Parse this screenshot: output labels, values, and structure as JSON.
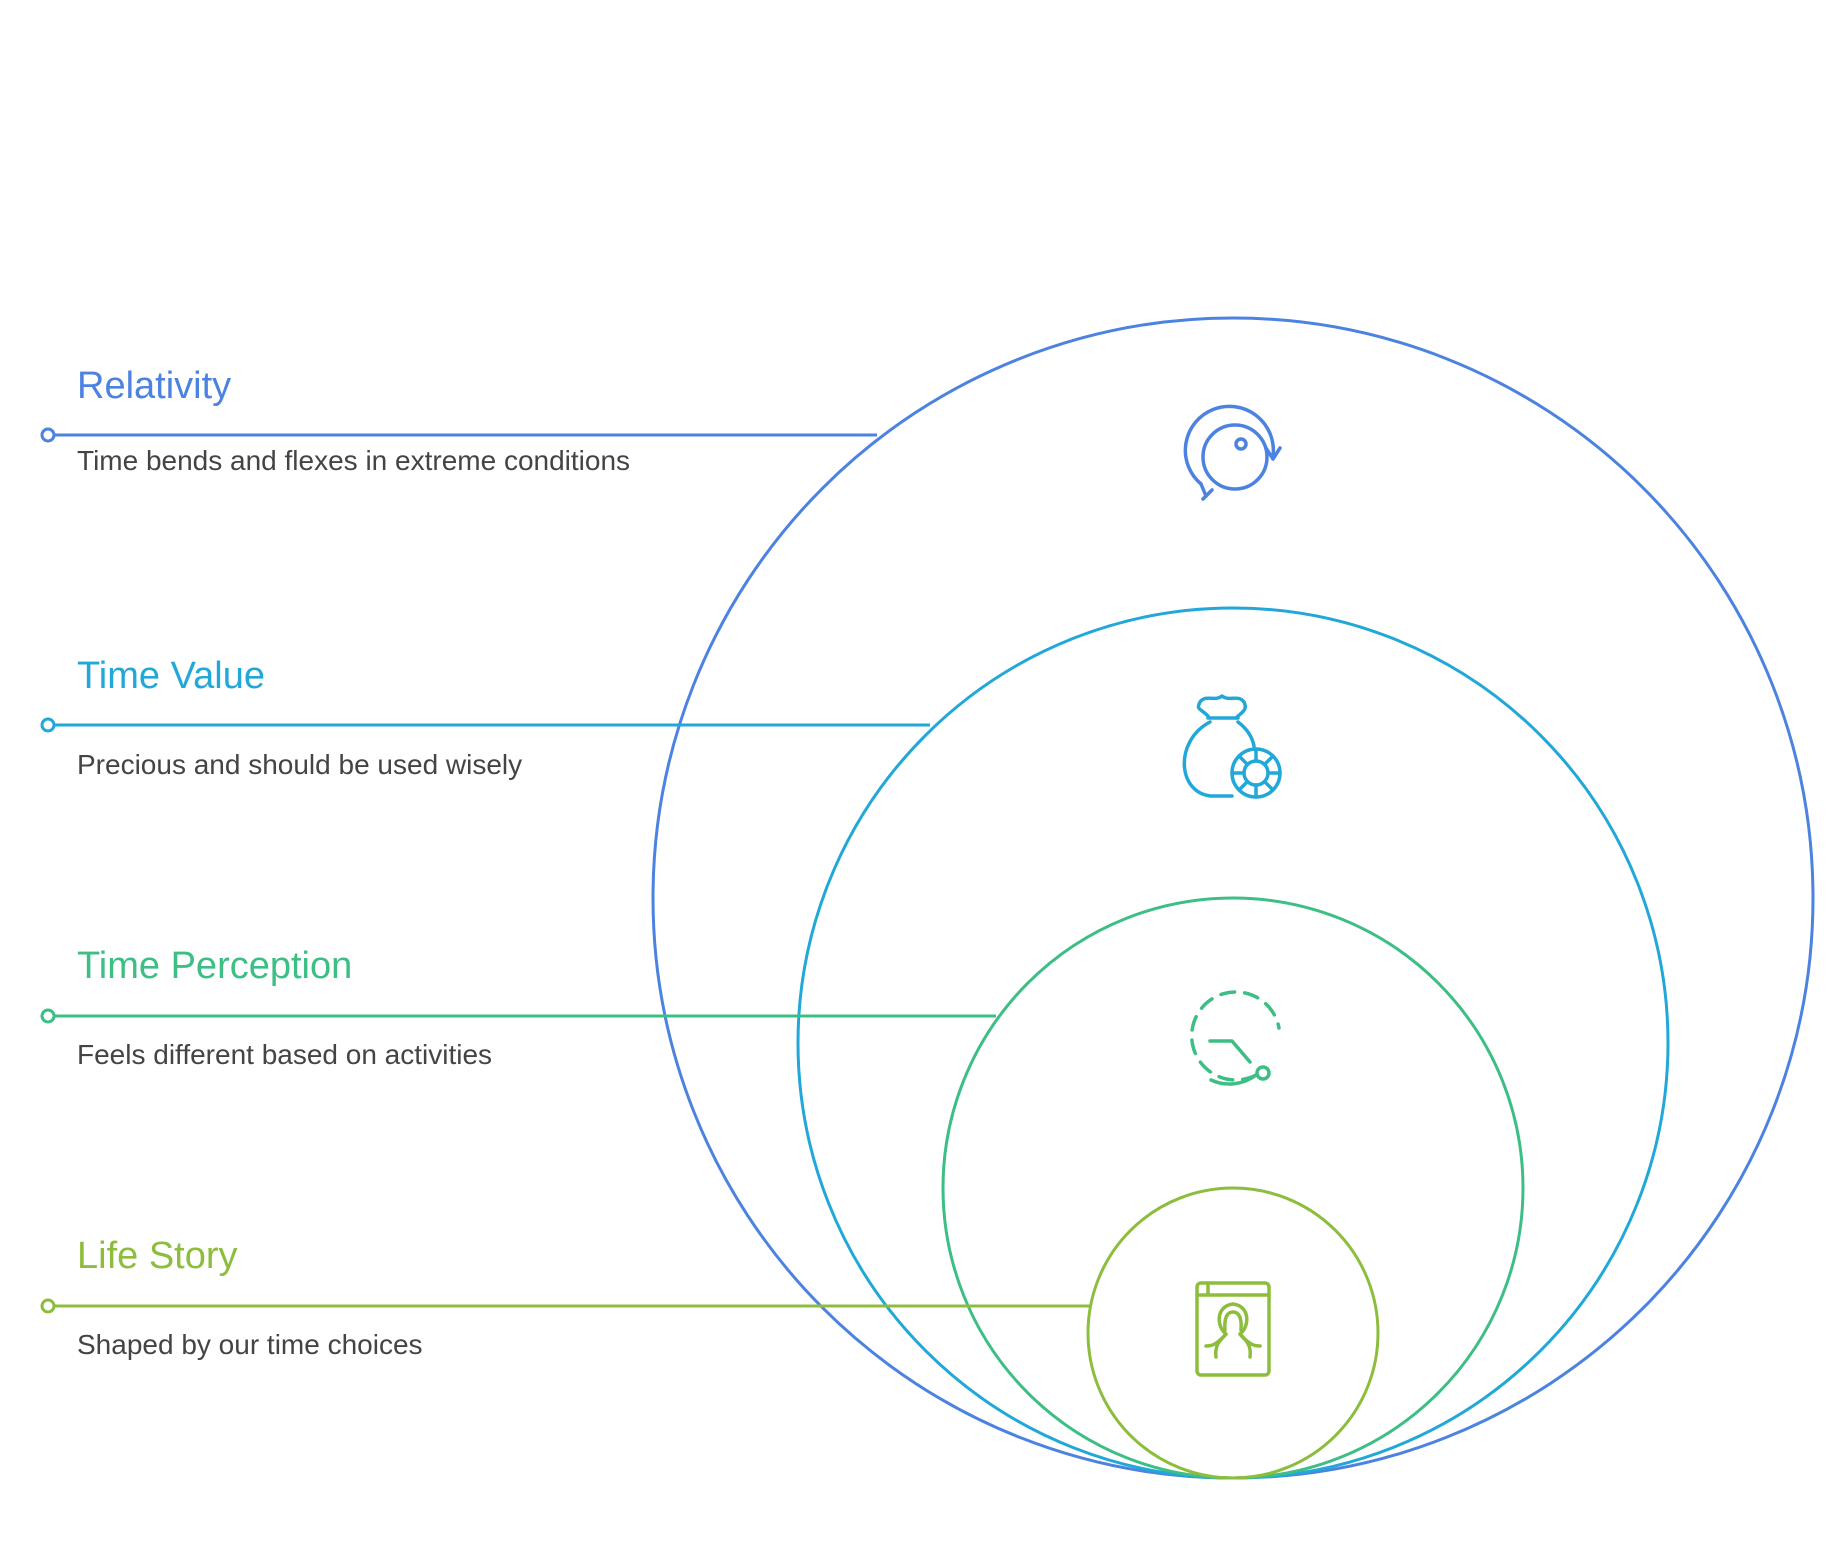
{
  "items": [
    {
      "title": "Relativity",
      "description": "Time bends and flexes in extreme conditions",
      "color": "#4C82E0",
      "icon": "rotating-clock-icon"
    },
    {
      "title": "Time Value",
      "description": "Precious and should be used wisely",
      "color": "#22A8D8",
      "icon": "money-bag-icon"
    },
    {
      "title": "Time Perception",
      "description": "Feels different based on activities",
      "color": "#3CBE84",
      "icon": "timer-icon"
    },
    {
      "title": "Life Story",
      "description": "Shaped by our time choices",
      "color": "#8DBD3C",
      "icon": "biography-book-icon"
    }
  ]
}
